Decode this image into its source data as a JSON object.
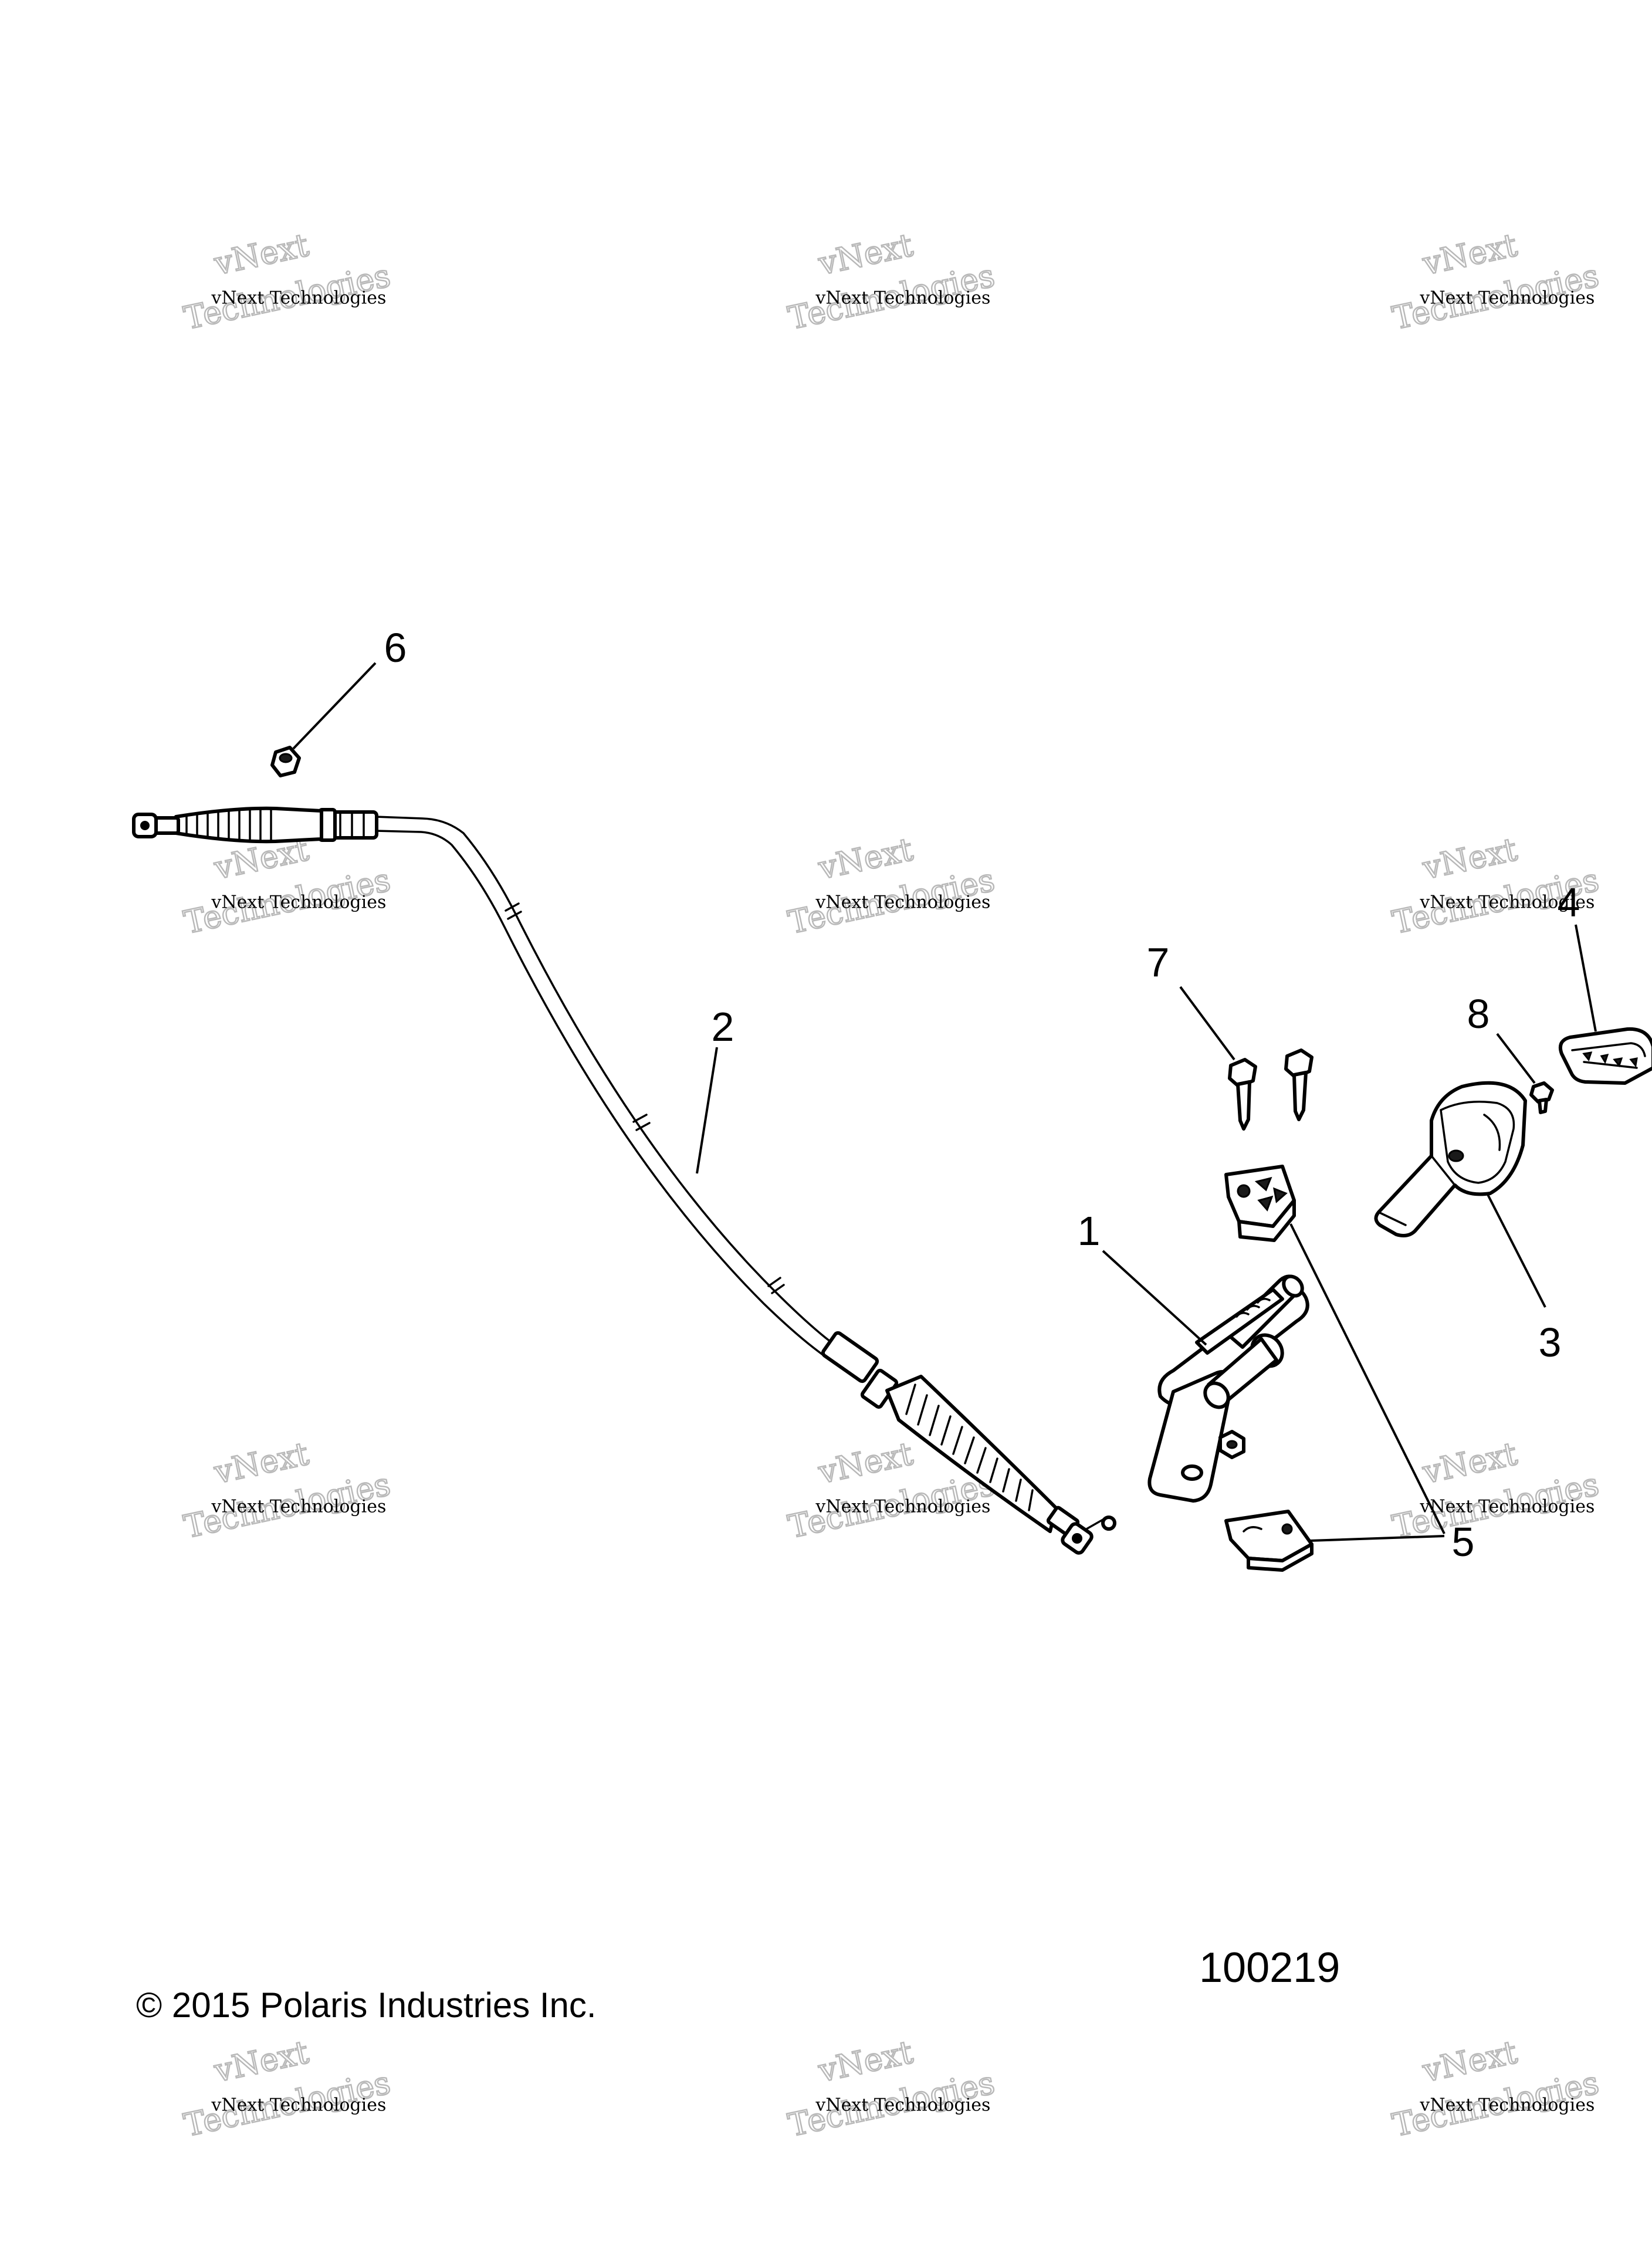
{
  "watermark": {
    "line1": "vNext Technologies",
    "big_top": "vNext",
    "big_bottom": "Technologies"
  },
  "callouts": {
    "c1": "1",
    "c2": "2",
    "c3": "3",
    "c4": "4",
    "c5": "5",
    "c6": "6",
    "c7": "7",
    "c8": "8"
  },
  "footer": {
    "copyright": "© 2015 Polaris Industries Inc.",
    "figure_number": "100219"
  }
}
